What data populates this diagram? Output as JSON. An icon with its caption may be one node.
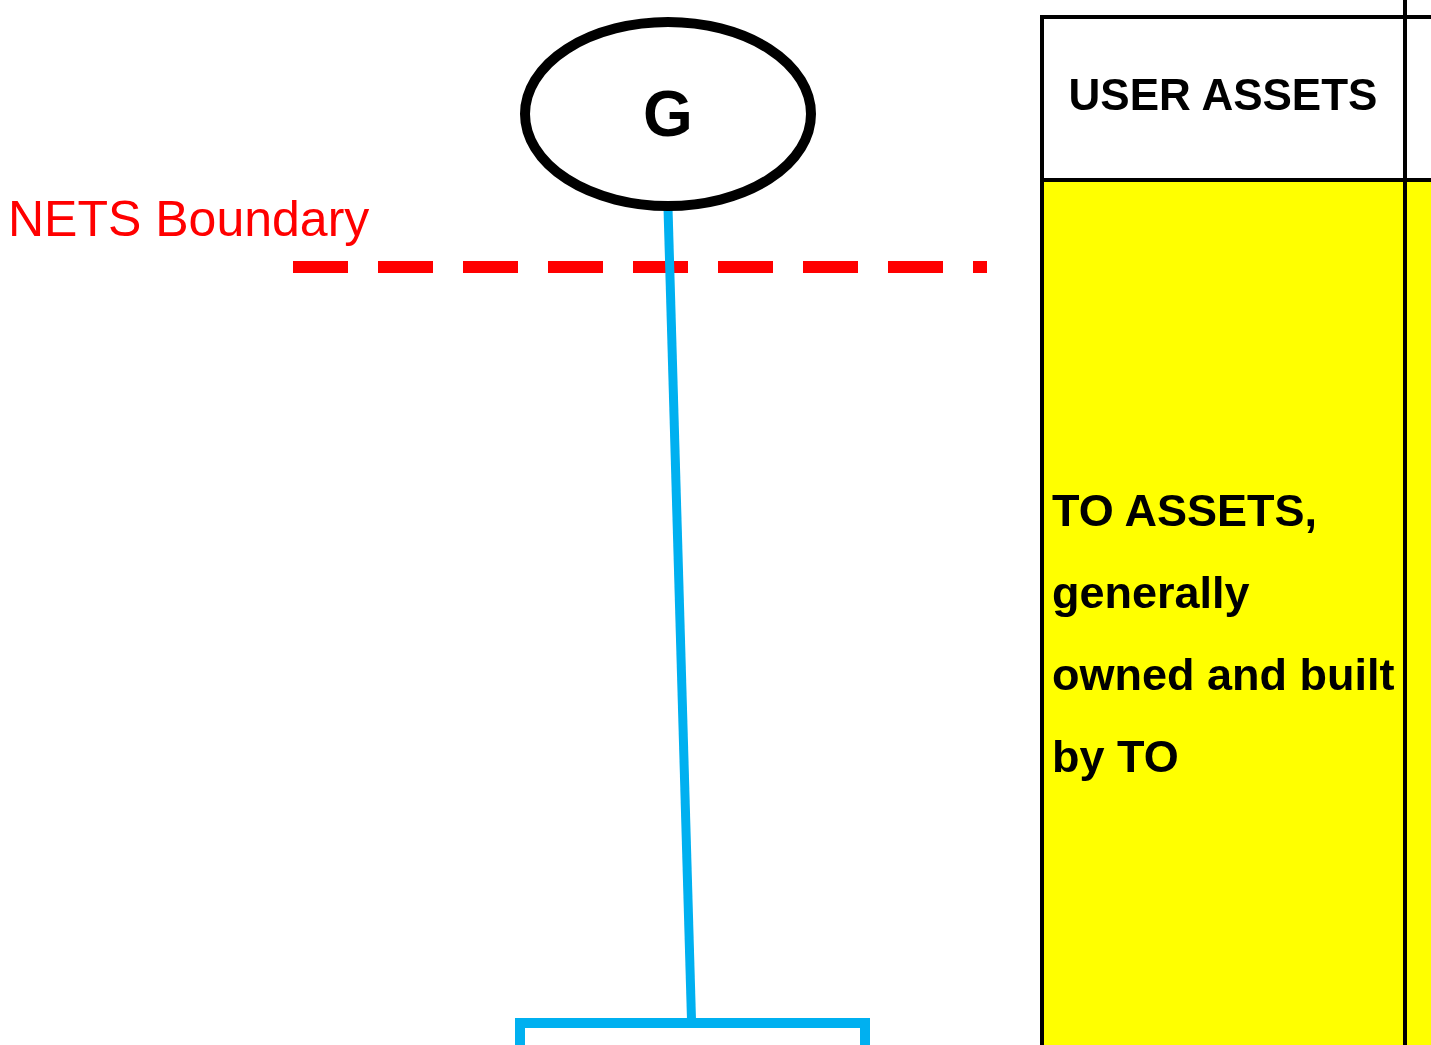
{
  "diagram": {
    "nodes": [
      {
        "text": [
          "G"
        ]
      },
      {
        "text": [],
        "shape": "box"
      }
    ],
    "edges": [
      {
        "from": 0,
        "to": 1,
        "arrow": "none",
        "color": "#00b0f0"
      }
    ],
    "labels": [
      "NETS Boundary",
      "USER ASSETS",
      "TO ASSETS, generally owned and built by TO"
    ]
  }
}
